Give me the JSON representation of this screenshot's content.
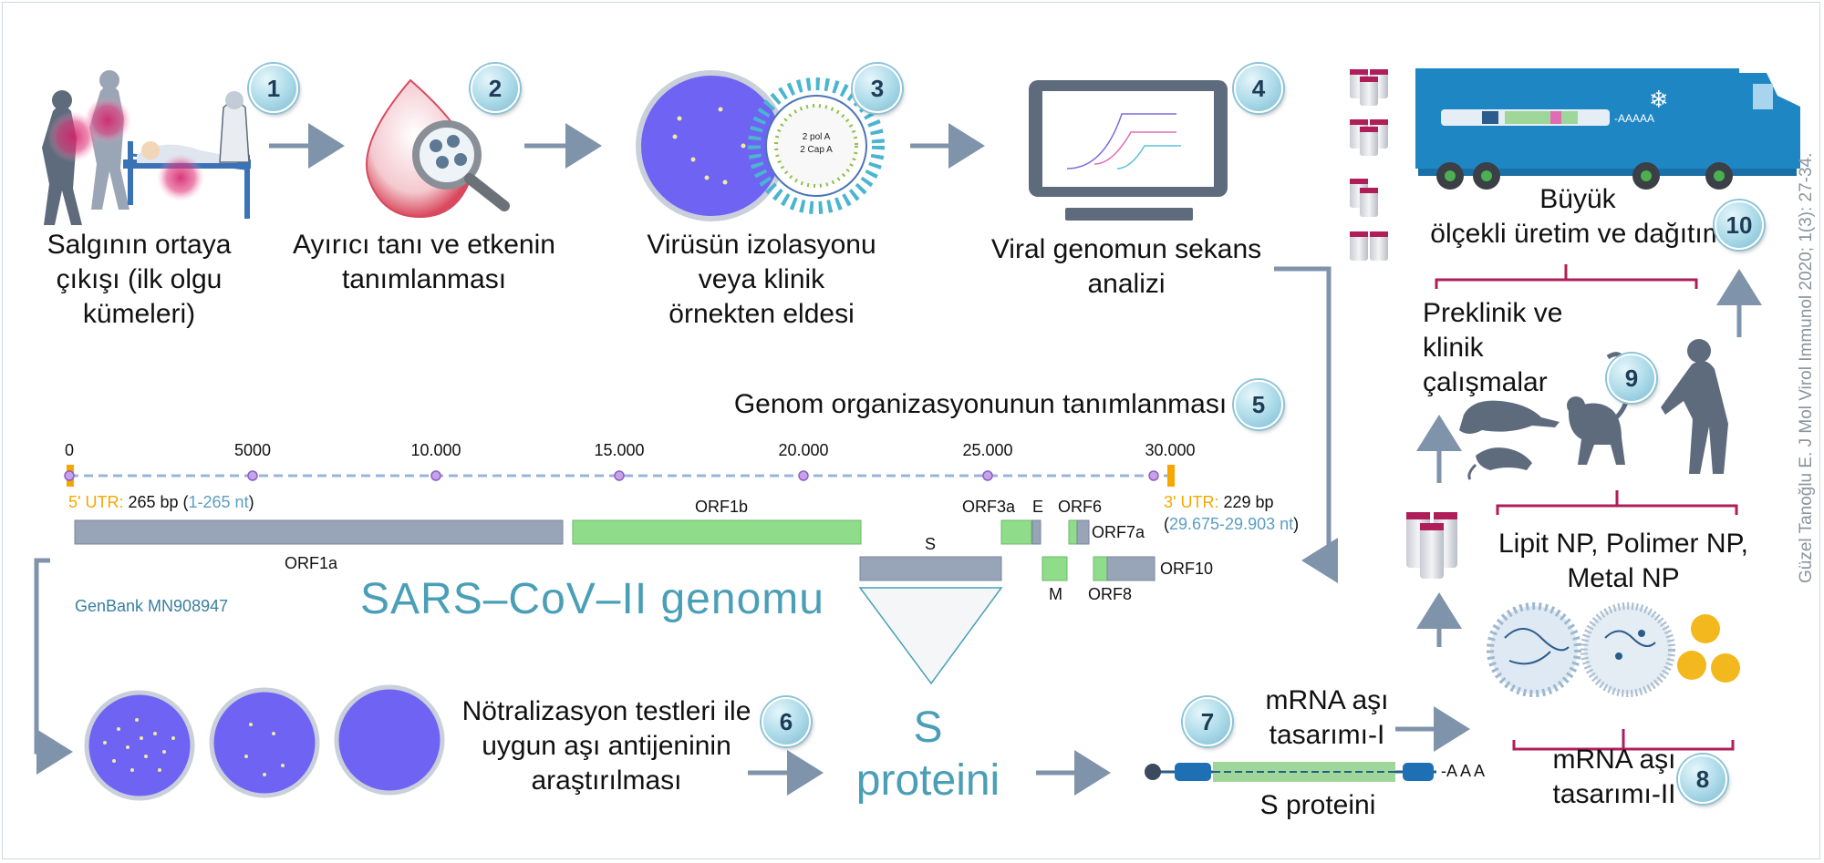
{
  "steps": {
    "s1": "Salgının ortaya\nçıkışı (ilk olgu\nkümeleri)",
    "s2": "Ayırıcı tanı ve etkenin\ntanımlanması",
    "s3": "Virüsün izolasyonu\nveya klinik\nörnekten eldesi",
    "s4": "Viral genomun sekans\nanalizi",
    "s5": "Genom organizasyonunun tanımlanması",
    "s6": "Nötralizasyon testleri ile\nuygun aşı antijeninin\naraştırılması",
    "s7": "mRNA aşı\ntasarımı-I",
    "s8": "mRNA aşı\ntasarımı-II",
    "s9": "Preklinik ve klinik\nçalışmalar",
    "s10": "Büyük\nölçekli üretim ve dağıtım"
  },
  "badges": [
    "1",
    "2",
    "3",
    "4",
    "5",
    "6",
    "7",
    "8",
    "9",
    "10"
  ],
  "genome": {
    "ticks": [
      "0",
      "5000",
      "10.000",
      "15.000",
      "20.000",
      "25.000",
      "30.000"
    ],
    "utr5_label": "5' UTR:",
    "utr5_bp": " 265 bp (",
    "utr5_nt": "1-265 nt",
    "utr5_close": ")",
    "utr3_label": "3' UTR:",
    "utr3_bp": " 229 bp",
    "utr3_open": "(",
    "utr3_nt": "29.675-29.903 nt",
    "utr3_close": ")",
    "orfs": {
      "orf1a": "ORF1a",
      "orf1b": "ORF1b",
      "s": "S",
      "orf3a": "ORF3a",
      "e": "E",
      "orf6": "ORF6",
      "orf7a": "ORF7a",
      "m": "M",
      "orf8": "ORF8",
      "orf10": "ORF10"
    },
    "title": "SARS–CoV–II genomu",
    "genbank": "GenBank MN908947"
  },
  "sprotein": "S\nproteini",
  "mrna": {
    "polyA": "-A A A",
    "label": "S proteini",
    "truck_polyA": "-AAAAA"
  },
  "virion_labels": [
    "2 pol A",
    "2 Cap A"
  ],
  "nanoparticles": "Lipit NP, Polimer NP,\nMetal NP",
  "citation": "Güzel Tanoğlu E. J Mol Virol Immunol 2020; 1(3): 27-34.",
  "colors": {
    "gray_orf": "#98a4b8",
    "green_orf": "#8fdc8a",
    "accent": "#4a9fb7",
    "magenta": "#b01e5a",
    "truck": "#1f86c4",
    "dish": "#6e63f2",
    "arrow": "#7f93ab"
  }
}
